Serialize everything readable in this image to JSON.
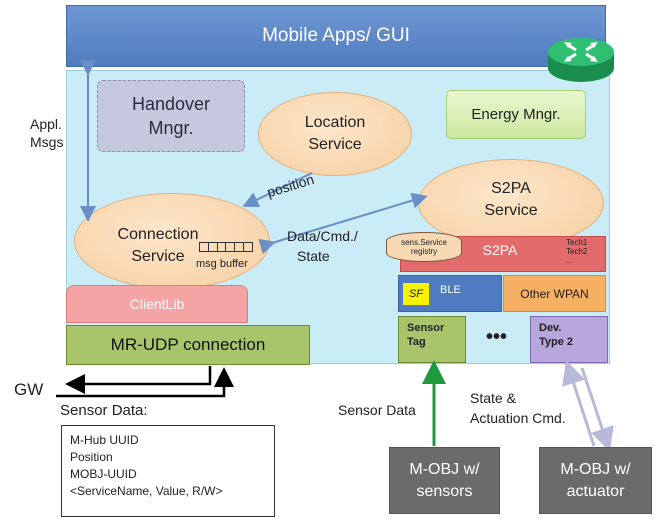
{
  "colors": {
    "banner": "#5b86c8",
    "panel": "#c9ecf6",
    "service_ellipse": "#f9d9b2",
    "s2pa_bar": "#e46b6b",
    "ble": "#4f7cc0",
    "sf": "#f6f200",
    "other_wpan": "#f5b061",
    "sensor_tag": "#a9c56b",
    "dev_type": "#b8a6dc",
    "client_lib": "#f4a4a4",
    "mr_udp": "#a9c56b",
    "mobj": "#6b6b6b",
    "router": "#22a860",
    "sensor_arrow": "#1e9a3c",
    "actuator_arrow": "#b7b9d8"
  },
  "icons": {
    "router": "router-icon"
  },
  "banner": {
    "label": "Mobile Apps/ GUI"
  },
  "handover": {
    "line1": "Handover",
    "line2": "Mngr."
  },
  "energy": {
    "label": "Energy Mngr."
  },
  "location": {
    "line1": "Location",
    "line2": "Service"
  },
  "s2pa_service": {
    "line1": "S2PA",
    "line2": "Service"
  },
  "connection": {
    "line1": "Connection",
    "line2": "Service",
    "buffer_label": "msg buffer"
  },
  "registry": {
    "line1": "sens.Service",
    "line2": "registry"
  },
  "s2pa_bar": {
    "label": "S2PA",
    "tech1": "Tech1",
    "tech2": "Tech2",
    "tech_more": "..."
  },
  "ble": {
    "sf": "SF",
    "label": "BLE"
  },
  "other_wpan": {
    "label": "Other WPAN"
  },
  "sensor_tag": {
    "line1": "Sensor",
    "line2": "Tag"
  },
  "dots": "•••",
  "dev_type": {
    "line1": "Dev.",
    "line2": "Type 2"
  },
  "client_lib": {
    "label": "ClientLib"
  },
  "mr_udp": {
    "label": "MR-UDP connection"
  },
  "edge_labels": {
    "appl1": "Appl.",
    "appl2": "Msgs",
    "position": "position",
    "data1": "Data/Cmd./",
    "data2": "State",
    "gw": "GW",
    "sensor_data": "Sensor Data",
    "state1": "State &",
    "state2": "Actuation Cmd."
  },
  "sensor_data_box": {
    "title": "Sensor Data:",
    "lines": [
      "M-Hub UUID",
      "Position",
      "MOBJ-UUID",
      "<ServiceName, Value, R/W>"
    ]
  },
  "mobj_sensors": {
    "line1": "M-OBJ w/",
    "line2": "sensors"
  },
  "mobj_actuator": {
    "line1": "M-OBJ w/",
    "line2": "actuator"
  }
}
